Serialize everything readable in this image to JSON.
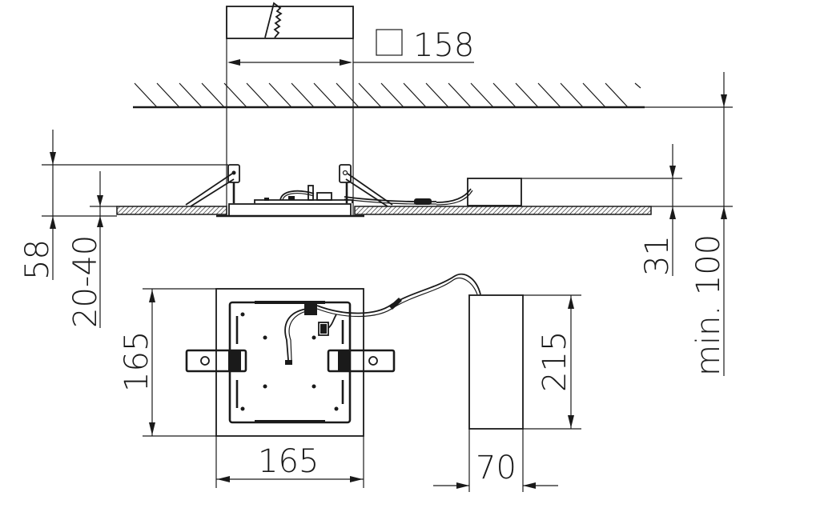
{
  "drawing": {
    "type": "technical-installation-drawing",
    "subject": "recessed square downlight with remote driver",
    "colors": {
      "ink": "#1a1a1a",
      "background": "#ffffff",
      "hatch": "#1a1a1a"
    }
  },
  "dimensions": {
    "cutout": {
      "symbol": "square",
      "value": "158"
    },
    "total_depth": {
      "value": "58"
    },
    "ceiling_thickness": {
      "value": "20-40"
    },
    "driver_height": {
      "value": "31"
    },
    "min_clearance": {
      "value": "min. 100"
    },
    "luminaire_height": {
      "value": "165"
    },
    "luminaire_width": {
      "value": "165"
    },
    "driver_length": {
      "value": "215"
    },
    "driver_width": {
      "value": "70"
    }
  },
  "views": [
    {
      "name": "side-section-view",
      "elements": [
        "ceiling-slab",
        "ceiling-board",
        "luminaire-housing",
        "spring-clips",
        "driver-box",
        "cable"
      ]
    },
    {
      "name": "top-plan-view",
      "elements": [
        "luminaire-frame",
        "mounting-plate",
        "spring-clips",
        "cable",
        "driver-box"
      ]
    }
  ]
}
